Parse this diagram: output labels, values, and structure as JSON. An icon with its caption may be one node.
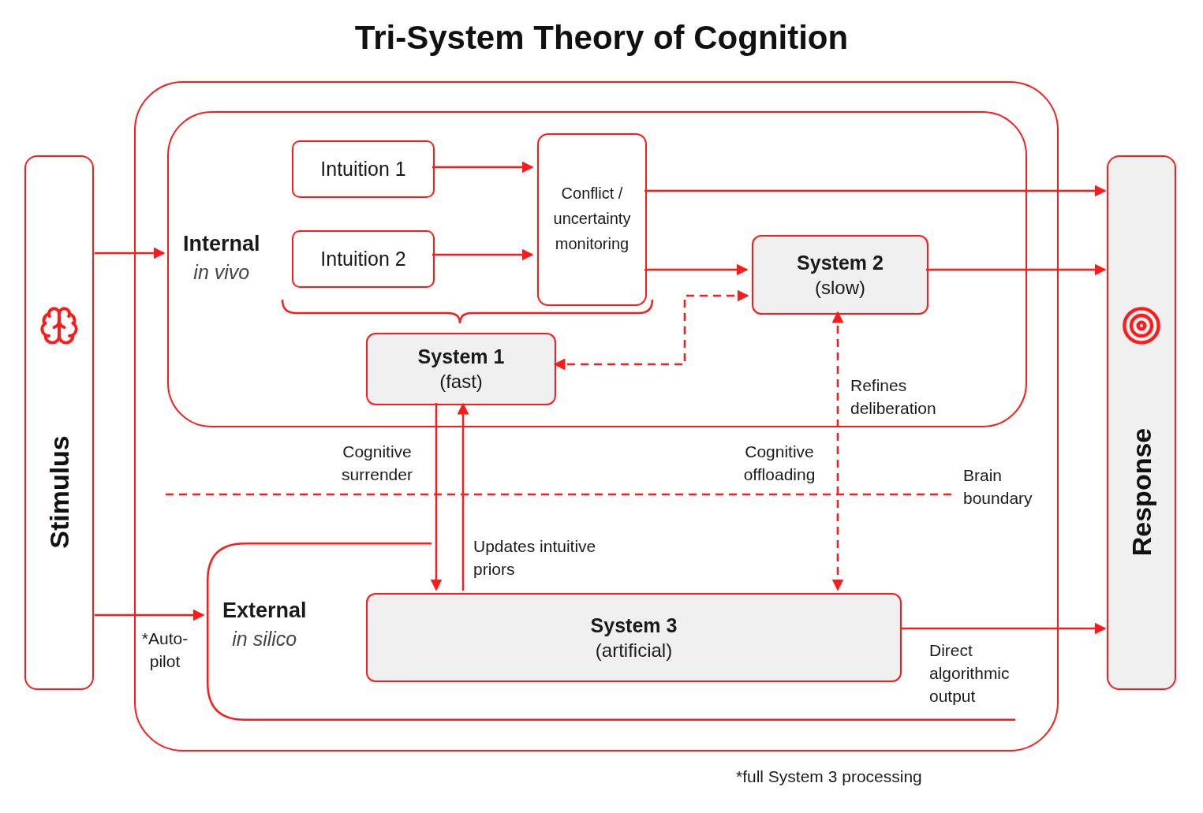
{
  "diagram": {
    "title": "Tri-System Theory of Cognition",
    "nodes": [
      {
        "text": [
          "Stimulus"
        ]
      },
      {
        "text": [],
        "shape": "box"
      },
      {
        "text": [
          "Internal",
          "in vivo"
        ],
        "in": 1
      },
      {
        "text": [
          "Intuition 1"
        ],
        "in": 2
      },
      {
        "text": [
          "Intuition 2"
        ],
        "in": 2
      },
      {
        "text": [
          "Conflict / uncertainty monitoring"
        ],
        "in": 2
      },
      {
        "text": [
          "System 2",
          "(slow)"
        ],
        "in": 2
      },
      {
        "text": [
          "System 1",
          "(fast)"
        ],
        "in": 2
      },
      {
        "text": [
          "External",
          "in silico"
        ],
        "in": 1
      },
      {
        "text": [
          "System 3",
          "(artificial)"
        ],
        "in": 8
      },
      {
        "text": [
          "Response"
        ]
      }
    ],
    "edges": [
      {
        "from": 0,
        "to": 2,
        "arrow": "to"
      },
      {
        "from": 0,
        "to": 8,
        "arrow": "to",
        "label": "*Auto- pilot"
      },
      {
        "from": 3,
        "to": 5,
        "arrow": "to"
      },
      {
        "from": 4,
        "to": 5,
        "arrow": "to"
      },
      {
        "from": 5,
        "to": 10,
        "arrow": "to"
      },
      {
        "from": 5,
        "to": 6,
        "arrow": "to"
      },
      {
        "from": 6,
        "to": 7,
        "arrow": "both",
        "style": "dashed"
      },
      {
        "from": 6,
        "to": 10,
        "arrow": "to"
      },
      {
        "from": 7,
        "to": 9,
        "arrow": "to",
        "label": "Cognitive surrender"
      },
      {
        "from": 9,
        "to": 7,
        "arrow": "to",
        "label": "Updates intuitive priors"
      },
      {
        "from": 6,
        "to": 9,
        "arrow": "both",
        "style": "dashed",
        "label": "Refines deliberation"
      },
      {
        "from": 9,
        "to": 10,
        "arrow": "to",
        "label": "Direct algorithmic output"
      }
    ],
    "labels": [
      "Cognitive offloading",
      "Brain boundary",
      "*full System 3 processing"
    ]
  }
}
